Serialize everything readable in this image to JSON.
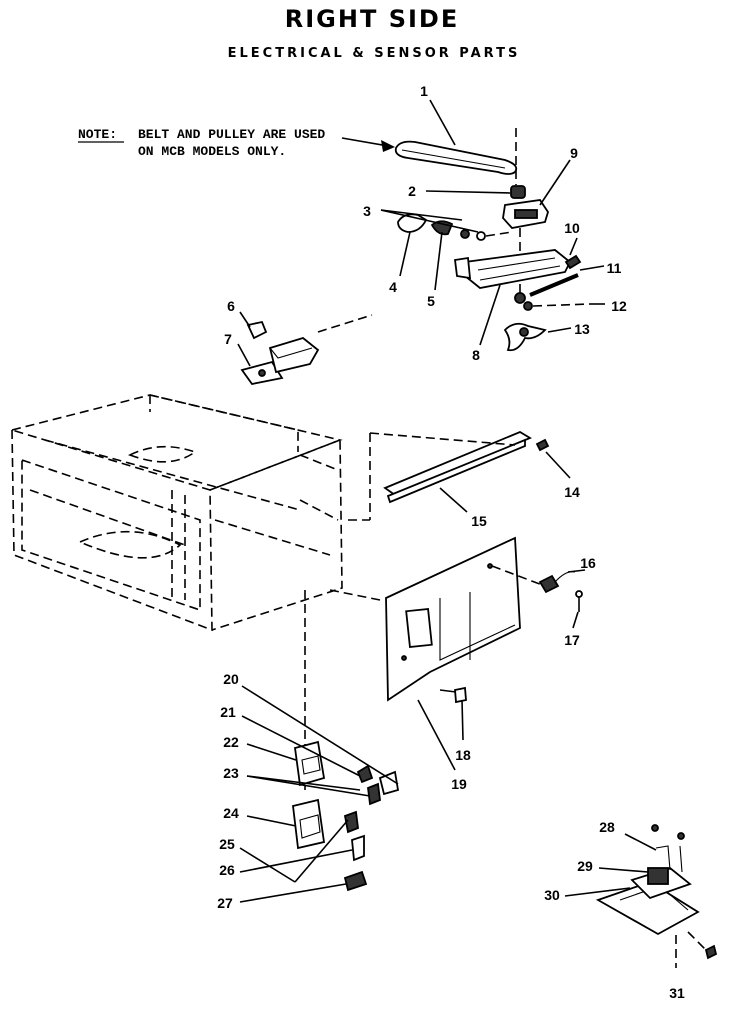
{
  "title": "RIGHT SIDE",
  "subtitle": "ELECTRICAL & SENSOR PARTS",
  "note": {
    "label": "NOTE:",
    "line1": "BELT AND PULLEY ARE USED",
    "line2": "ON MCB MODELS ONLY."
  },
  "callouts": [
    "1",
    "2",
    "3",
    "4",
    "5",
    "6",
    "7",
    "8",
    "9",
    "10",
    "11",
    "12",
    "13",
    "14",
    "15",
    "16",
    "17",
    "18",
    "19",
    "20",
    "21",
    "22",
    "23",
    "24",
    "25",
    "26",
    "27",
    "28",
    "29",
    "30",
    "31"
  ]
}
